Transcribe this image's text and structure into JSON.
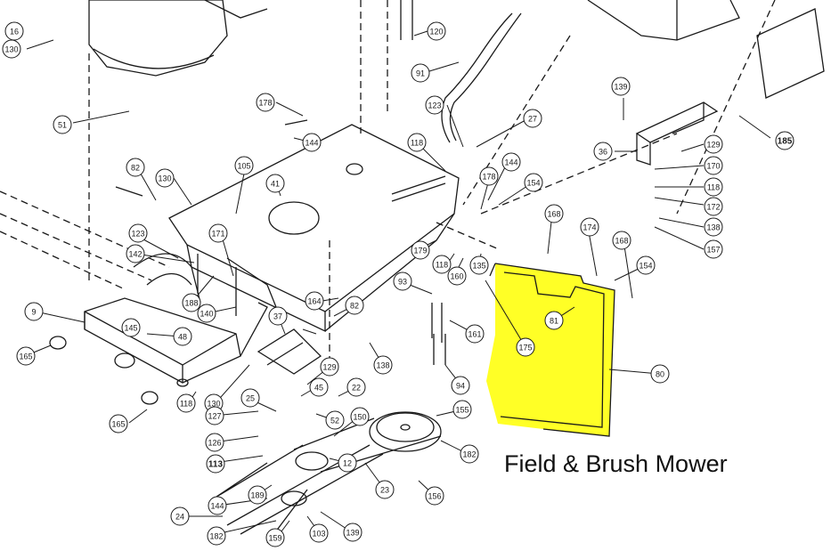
{
  "caption": "Field & Brush Mower",
  "highlight_color": "#ffff00",
  "line_color": "#1a1a1a",
  "callouts": [
    "130",
    "120",
    "16",
    "91",
    "51",
    "178",
    "144",
    "123",
    "27",
    "139",
    "185",
    "36",
    "129",
    "170",
    "118",
    "172",
    "138",
    "157",
    "82",
    "105",
    "41",
    "130",
    "118",
    "178",
    "144",
    "154",
    "168",
    "174",
    "168",
    "154",
    "123",
    "171",
    "142",
    "188",
    "140",
    "164",
    "179",
    "118",
    "160",
    "135",
    "93",
    "81",
    "175",
    "9",
    "165",
    "48",
    "37",
    "145",
    "82",
    "161",
    "138",
    "80",
    "118",
    "130",
    "129",
    "45",
    "22",
    "94",
    "25",
    "127",
    "52",
    "150",
    "155",
    "165",
    "126",
    "113",
    "12",
    "182",
    "144",
    "189",
    "23",
    "156",
    "24",
    "182",
    "159",
    "103",
    "139"
  ]
}
